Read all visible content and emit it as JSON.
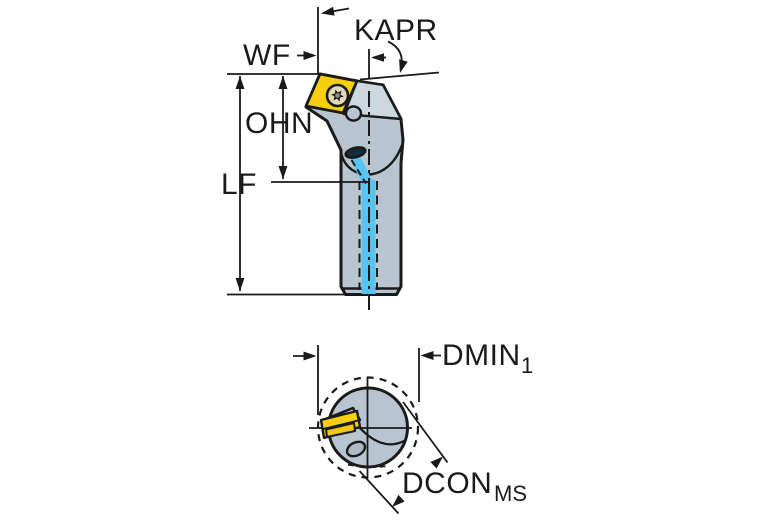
{
  "diagram": {
    "type": "technical-tool-drawing",
    "views": {
      "side_view": "boring bar with screw-clamped rhombic insert, internal coolant channel shown",
      "end_view": "shank cross-section with insert, coolant hole, centerlines"
    },
    "labels": {
      "kapr": "KAPR",
      "wf": "WF",
      "ohn": "OHN",
      "lf": "LF",
      "dmin": "DMIN",
      "dmin_sub": "1",
      "dcon": "DCON",
      "dcon_sub": "MS"
    },
    "colors": {
      "body": "#b8c5d0",
      "body_bevel": "#ccd7de",
      "insert": "#f6d00e",
      "coolant": "#54c5f1",
      "hole_dark": "#102e3a",
      "line": "#1a1a1a"
    }
  }
}
